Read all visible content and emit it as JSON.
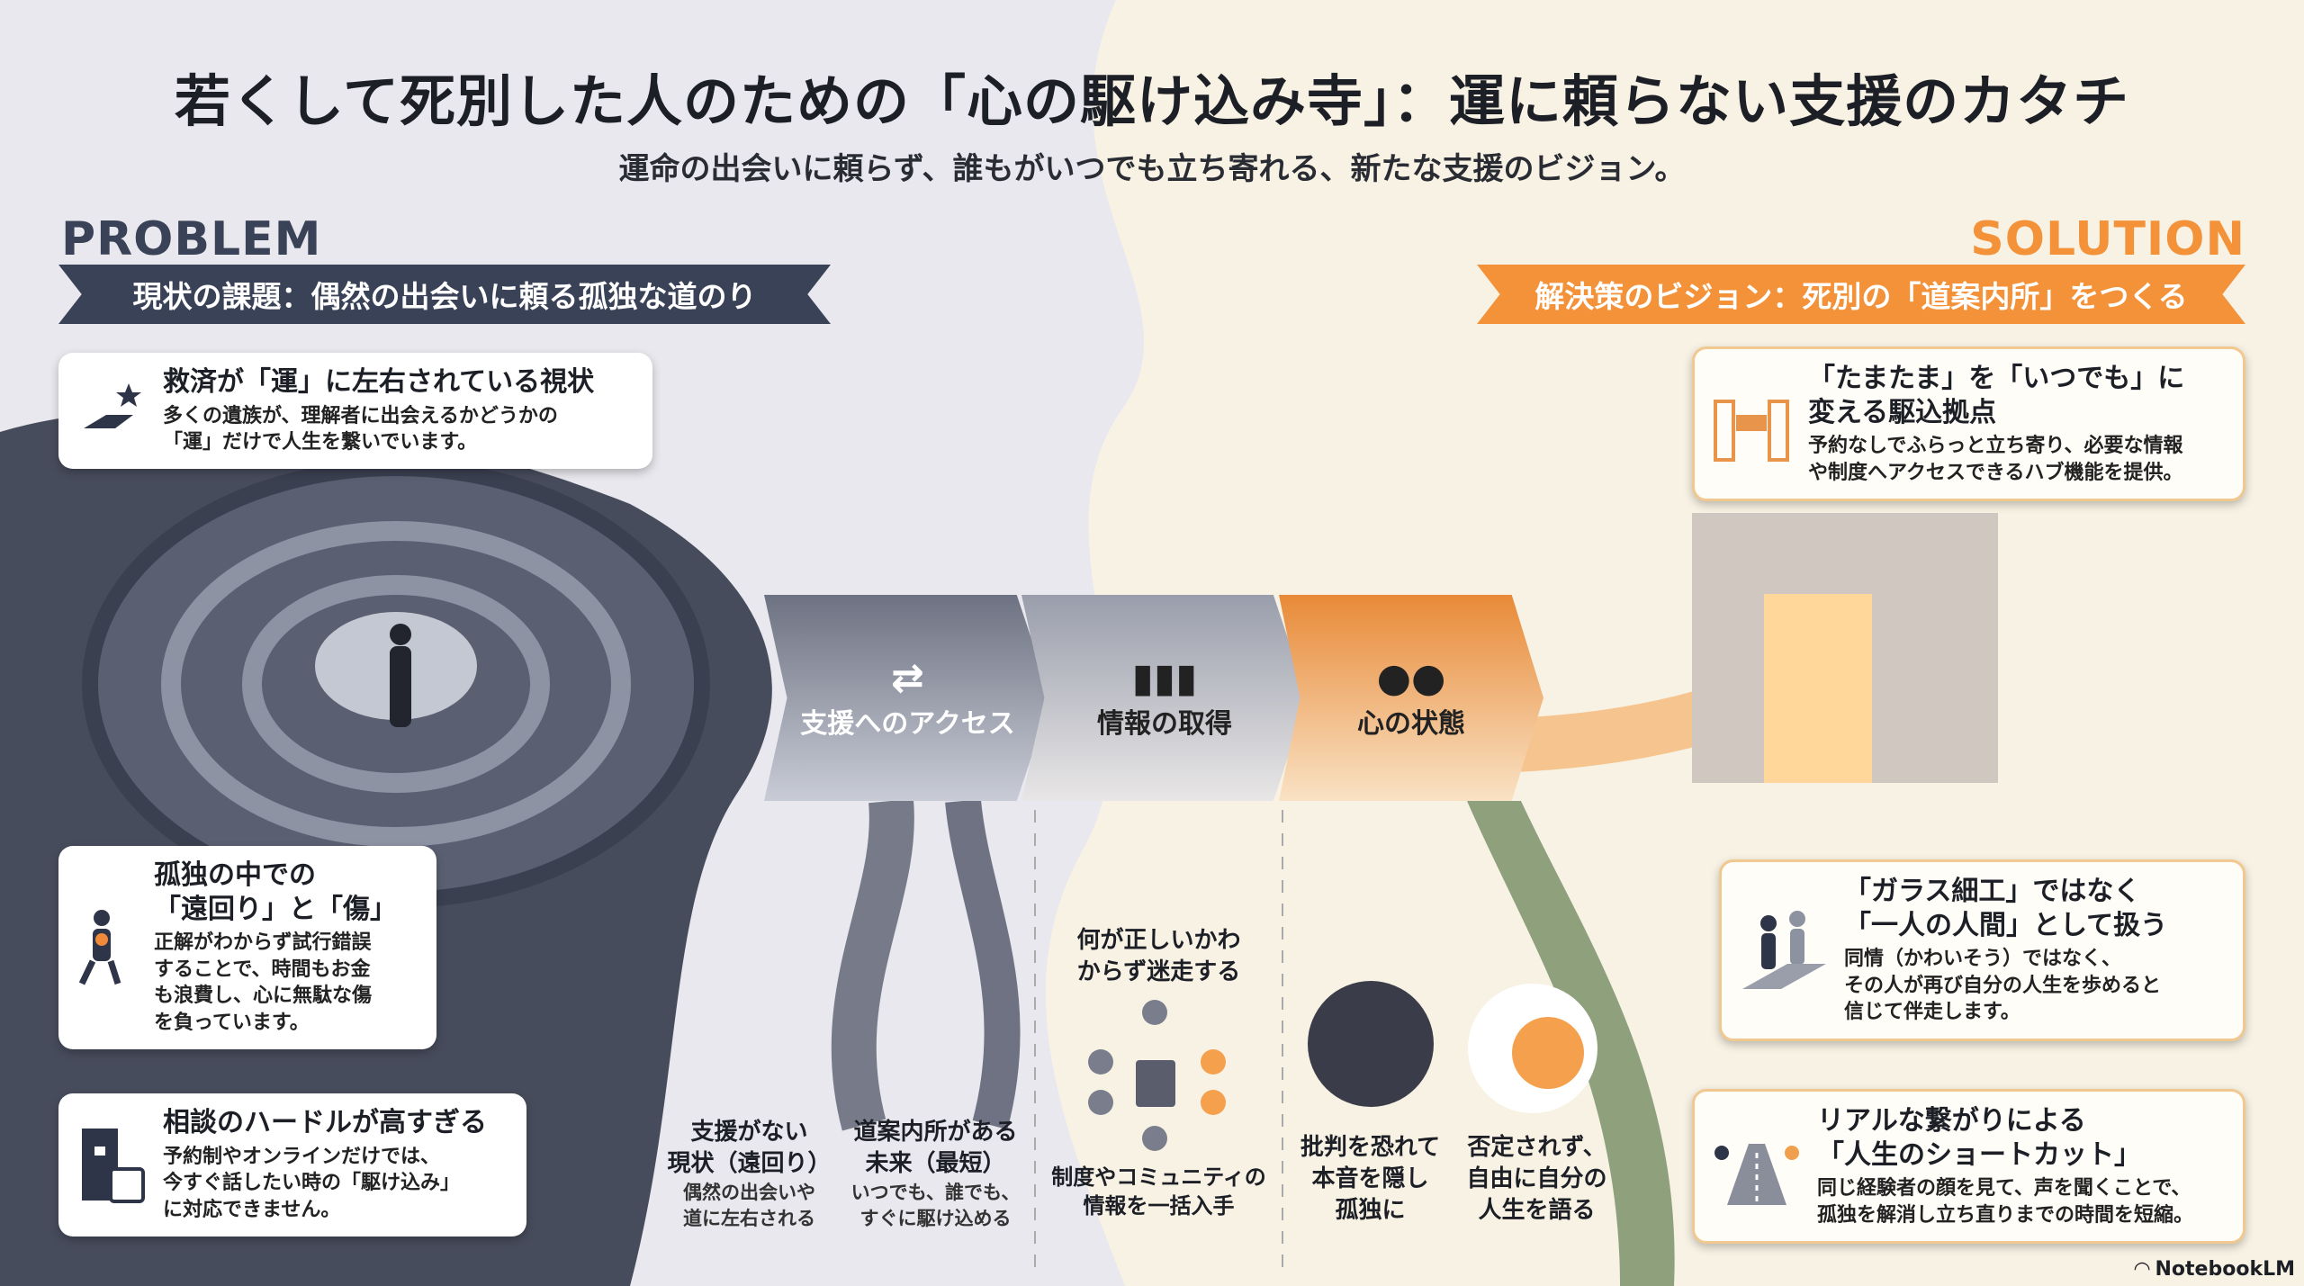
{
  "title": "若くして死別した人のための「心の駆け込み寺」：運に頼らない支援のカタチ",
  "subtitle": "運命の出会いに頼らず、誰もがいつでも立ち寄れる、新たな支援のビジョン。",
  "problem": {
    "label": "PROBLEM",
    "banner": "現状の課題：偶然の出会いに頼る孤独な道のり",
    "cards": [
      {
        "title": "救済が「運」に左右されている視状",
        "body": "多くの遺族が、理解者に出会えるかどうかの\n「運」だけで人生を繋いでいます。"
      },
      {
        "title": "孤独の中での\n「遠回り」と「傷」",
        "body": "正解がわからず試行錯誤\nすることで、時間もお金\nも浪費し、心に無駄な傷\nを負っています。"
      },
      {
        "title": "相談のハードルが高すぎる",
        "body": "予約制やオンラインだけでは、\n今すぐ話したい時の「駆け込み」\nに対応できません。"
      }
    ]
  },
  "solution": {
    "label": "SOLUTION",
    "banner": "解決策のビジョン：死別の「道案内所」をつくる",
    "cards": [
      {
        "title": "「たまたま」を「いつでも」に\n変える駆込拠点",
        "body": "予約なしでふらっと立ち寄り、必要な情報\nや制度へアクセスできるハブ機能を提供。"
      },
      {
        "title": "「ガラス細工」ではなく\n「一人の人間」として扱う",
        "body": "同情（かわいそう）ではなく、\nその人が再び自分の人生を歩めると\n信じて伴走します。"
      },
      {
        "title": "リアルな繋がりによる\n「人生のショートカット」",
        "body": "同じ経験者の顔を見て、声を聞くことで、\n孤独を解消し立ち直りまでの時間を短縮。"
      }
    ]
  },
  "bridge": [
    {
      "label": "支援へのアクセス",
      "icon": "arrows-icon"
    },
    {
      "label": "情報の取得",
      "icon": "books-icon"
    },
    {
      "label": "心の状態",
      "icon": "people-talk-icon"
    }
  ],
  "bottom": [
    {
      "title": "支援がない\n現状（遠回り）",
      "body": "偶然の出会いや\n道に左右される"
    },
    {
      "title": "道案内所がある\n未来（最短）",
      "body": "いつでも、誰でも、\nすぐに駆け込める"
    },
    {
      "title": "何が正しいかわ\nからず迷走する",
      "body": ""
    },
    {
      "title": "制度やコミュニティの\n情報を一括入手",
      "body": ""
    },
    {
      "title": "批判を恐れて\n本音を隠し\n孤独に",
      "body": ""
    },
    {
      "title": "否定されず、\n自由に自分の\n人生を語る",
      "body": ""
    }
  ],
  "brand": "NotebookLM",
  "colors": {
    "problem": "#3a4257",
    "solution": "#f4923a",
    "bg_left": "#e8e8ee",
    "bg_right": "#f8f2e4"
  }
}
